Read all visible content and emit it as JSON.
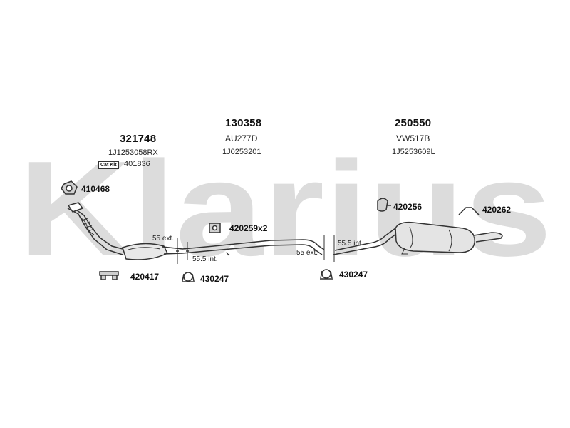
{
  "brand": {
    "watermark": "Klarius",
    "color": "#dcdcdc"
  },
  "groups": [
    {
      "number": "321748",
      "ref": "1J1253058RX"
    },
    {
      "number": "130358",
      "code": "AU277D",
      "ref": "1J0253201"
    },
    {
      "number": "250550",
      "code": "VW517B",
      "ref": "1J5253609L"
    }
  ],
  "parts": {
    "cat_kit_badge": "Cat Kit",
    "cat_kit_number": "401836",
    "gasket": "410468",
    "front_bracket": "420417",
    "front_clamp": "430247",
    "mid_hanger": "420259x2",
    "rear_clamp": "430247",
    "rear_rubber": "420256",
    "rear_hanger": "420262"
  },
  "dimensions": {
    "front_ext": "55 ext.",
    "front_int": "55.5 int.",
    "rear_ext": "55 ext.",
    "rear_int": "55.5 int."
  },
  "icons": {
    "cat_kit": "cat-kit-badge-icon",
    "gasket": "gasket-icon",
    "bracket": "bracket-icon",
    "clamp": "clamp-icon",
    "hanger": "rubber-hanger-icon",
    "hook": "hanger-hook-icon"
  }
}
